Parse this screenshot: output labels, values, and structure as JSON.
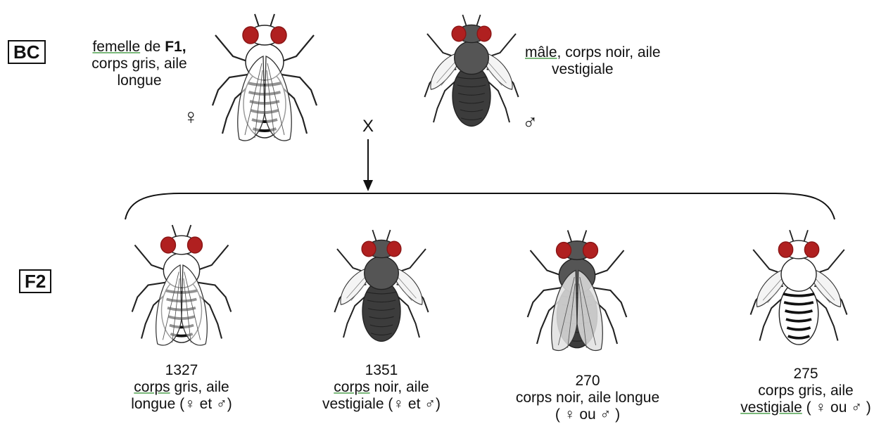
{
  "labels": {
    "bc": "BC",
    "f2": "F2",
    "cross": "X"
  },
  "parents": {
    "female": {
      "line1_a": "femelle",
      "line1_b": "de",
      "line1_c": "F1,",
      "line2": "corps gris, aile",
      "line3": "longue",
      "symbol": "♀"
    },
    "male": {
      "line1_a": "mâle",
      "line1_b": ", corps noir, aile",
      "line2": "vestigiale",
      "symbol": "♂"
    }
  },
  "offspring": [
    {
      "count": "1327",
      "line_a": "corps",
      "line_b": " gris, aile",
      "line2": "longue (♀ et ♂)"
    },
    {
      "count": "1351",
      "line_a": "corps",
      "line_b": " noir, aile",
      "line2": "vestigiale (♀ et ♂)"
    },
    {
      "count": "270",
      "line1": "corps noir, aile longue",
      "line2": "( ♀ ou ♂ )"
    },
    {
      "count": "275",
      "line1": "corps gris, aile",
      "line2_a": "vestigiale",
      "line2_b": "  ( ♀ ou ♂ )"
    }
  ],
  "colors": {
    "eye": "#b02020",
    "eye_dark": "#8a1515",
    "body_grey": "#555555",
    "body_dark": "#3c3c3c",
    "stripe": "#111111",
    "line": "#111111"
  }
}
